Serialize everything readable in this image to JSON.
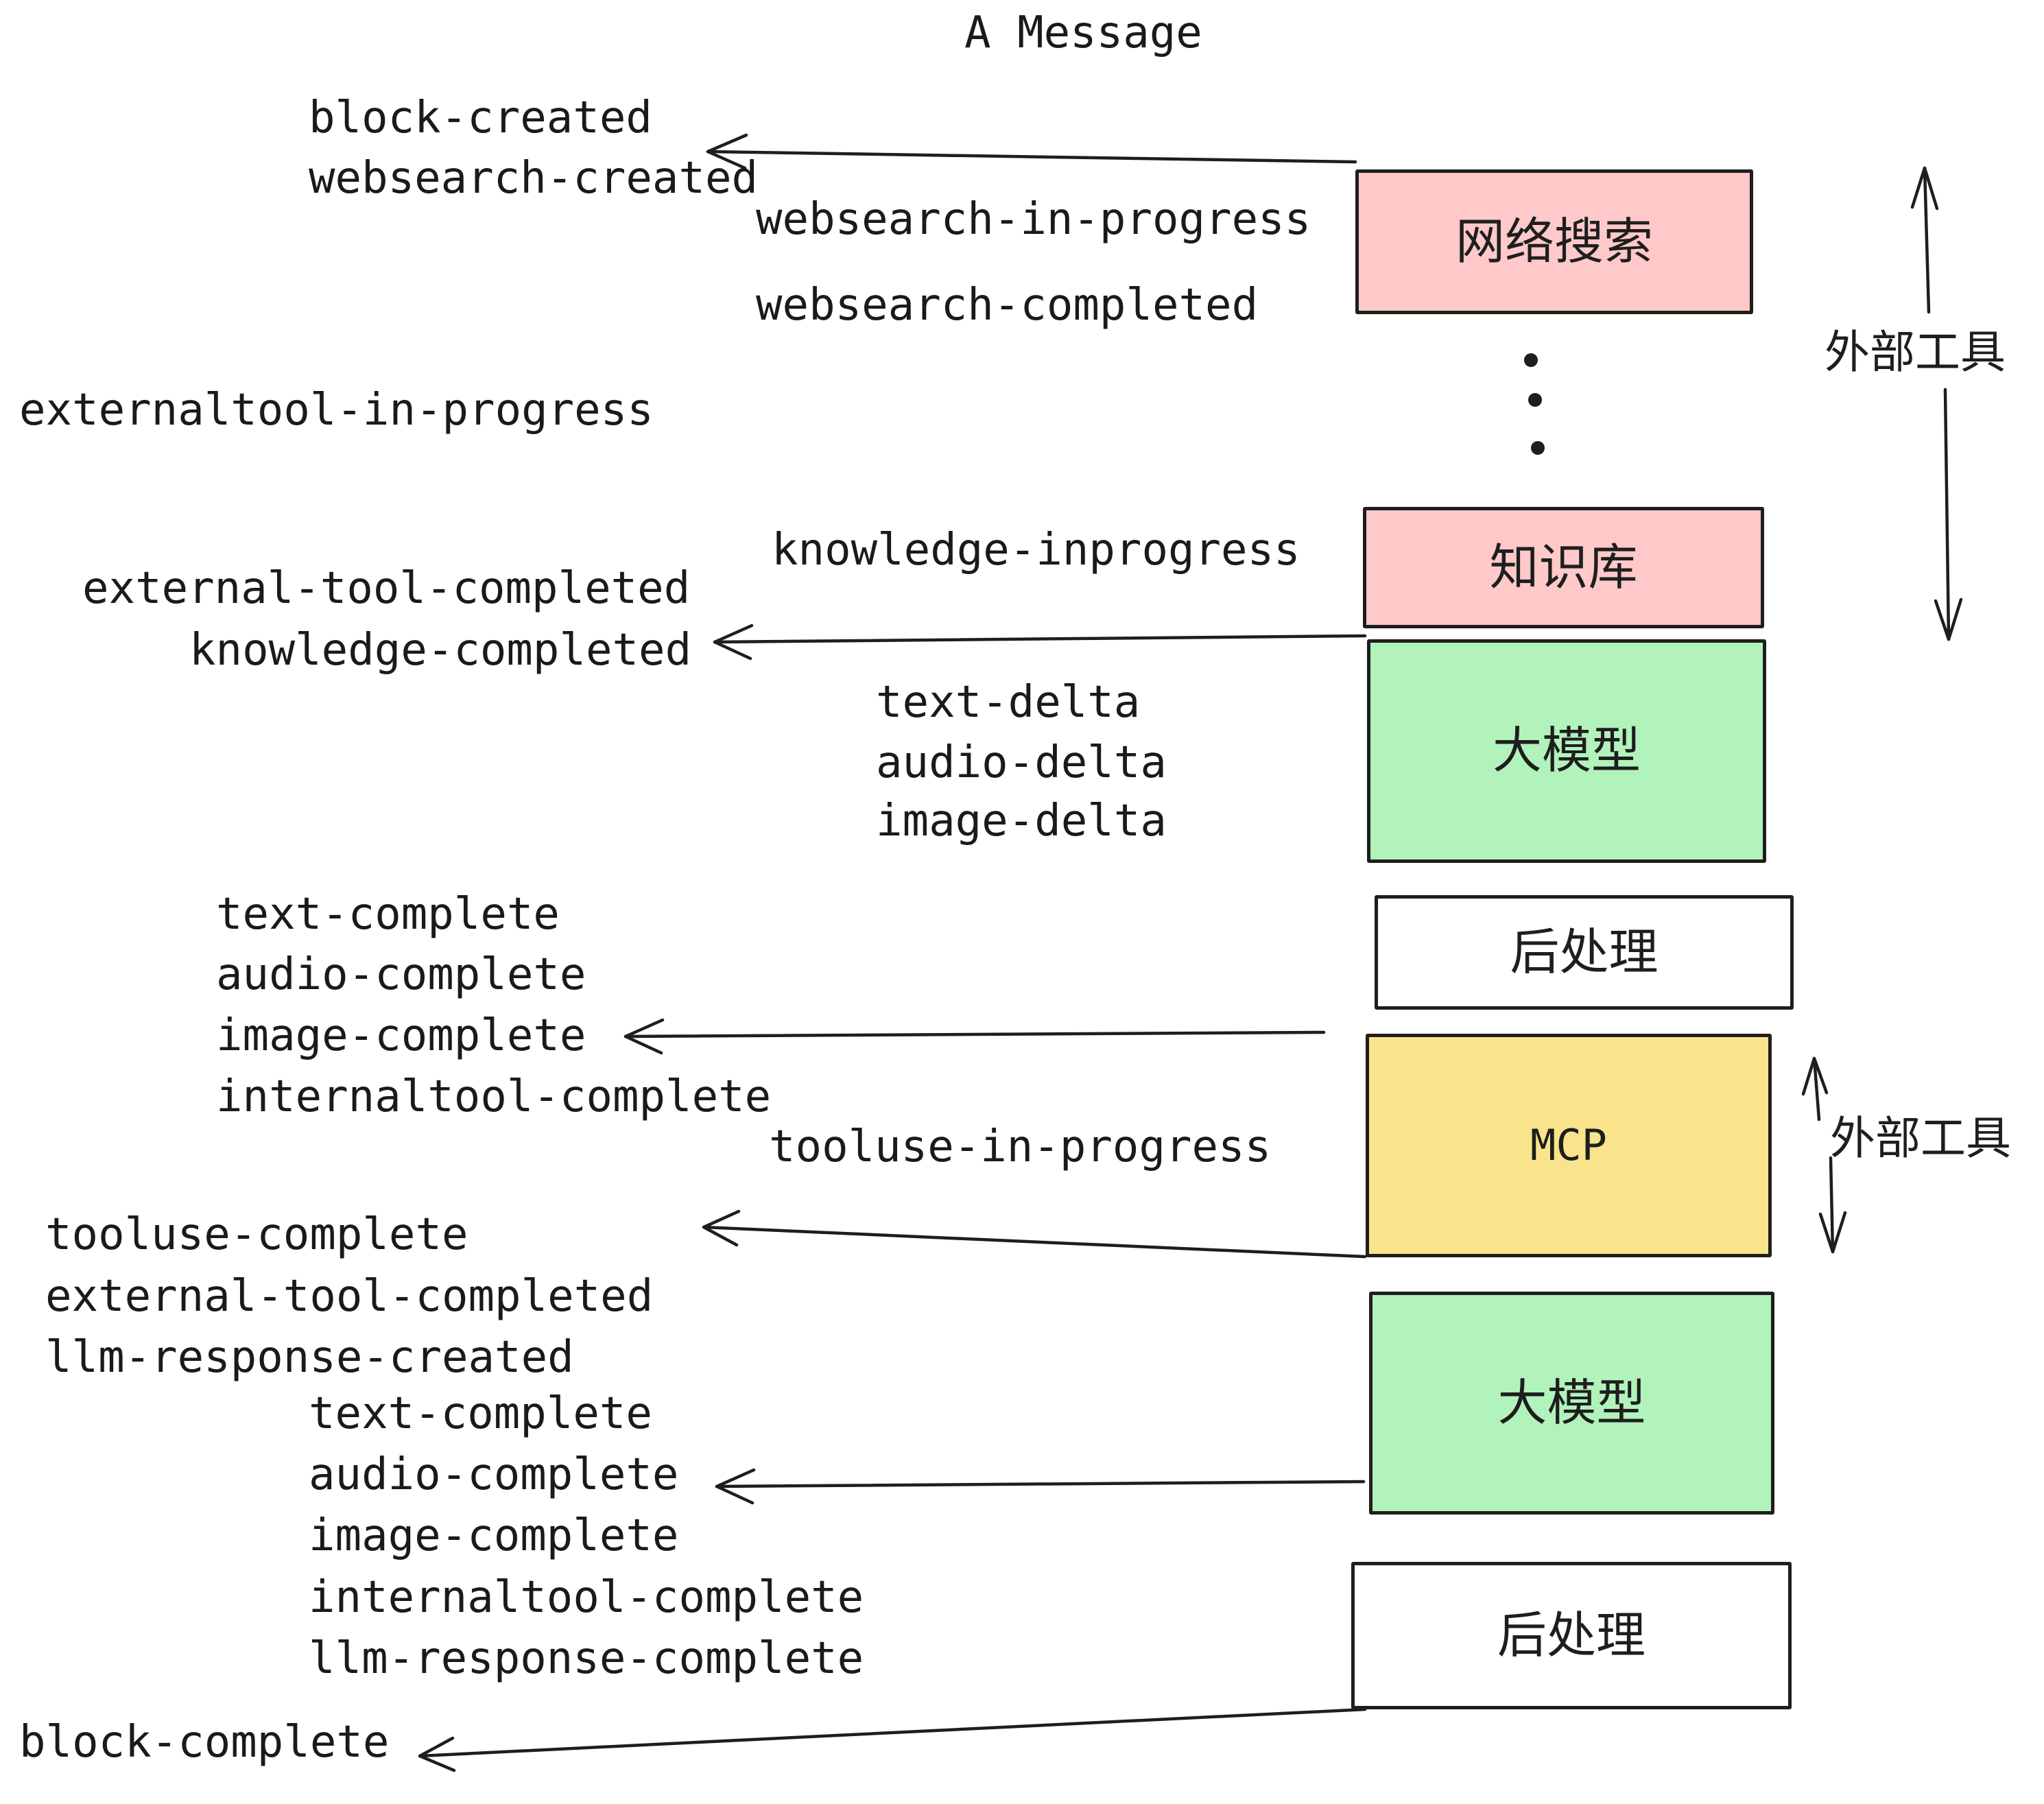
{
  "title": "A Message",
  "colors": {
    "pink": "#ffc9c9",
    "green": "#b2f2bb",
    "yellow": "#f9e48b",
    "white": "#ffffff",
    "stroke": "#1e1e1e"
  },
  "events": {
    "block_created": "block-created",
    "websearch_created": "websearch-created",
    "websearch_in_progress": "websearch-in-progress",
    "websearch_completed": "websearch-completed",
    "externaltool_in_progress": "externaltool-in-progress",
    "knowledge_inprogress": "knowledge-inprogress",
    "external_tool_completed": "external-tool-completed",
    "knowledge_completed": "knowledge-completed",
    "text_delta": "text-delta",
    "audio_delta": "audio-delta",
    "image_delta": "image-delta",
    "text_complete": "text-complete",
    "audio_complete": "audio-complete",
    "image_complete": "image-complete",
    "internaltool_complete": "internaltool-complete",
    "tooluse_in_progress": "tooluse-in-progress",
    "tooluse_complete": "tooluse-complete",
    "external_tool_completed_2": "external-tool-completed",
    "llm_response_created": "llm-response-created",
    "text_complete_2": "text-complete",
    "audio_complete_2": "audio-complete",
    "image_complete_2": "image-complete",
    "internaltool_complete_2": "internaltool-complete",
    "llm_response_complete": "llm-response-complete",
    "block_complete": "block-complete"
  },
  "boxes": [
    {
      "id": "websearch",
      "label": "网络搜索",
      "color_key": "pink"
    },
    {
      "id": "knowledge",
      "label": "知识库",
      "color_key": "pink"
    },
    {
      "id": "llm1",
      "label": "大模型",
      "color_key": "green"
    },
    {
      "id": "post1",
      "label": "后处理",
      "color_key": "white"
    },
    {
      "id": "mcp",
      "label": "MCP",
      "color_key": "yellow"
    },
    {
      "id": "llm2",
      "label": "大模型",
      "color_key": "green"
    },
    {
      "id": "post2",
      "label": "后处理",
      "color_key": "white"
    }
  ],
  "side_labels": {
    "external_tools_top": "外部工具",
    "external_tools_mcp": "外部工具"
  }
}
